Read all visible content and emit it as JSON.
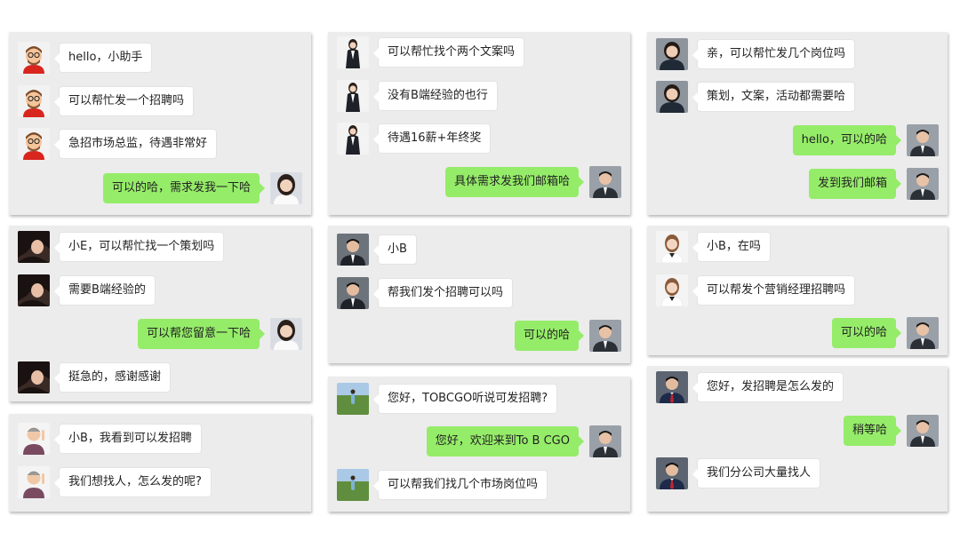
{
  "panels": [
    {
      "id": "p1",
      "messages": [
        {
          "side": "left",
          "text": "hello，小助手",
          "avatar": "cartoon-man-avatar"
        },
        {
          "side": "left",
          "text": "可以帮忙发一个招聘吗",
          "avatar": "cartoon-man-avatar"
        },
        {
          "side": "left",
          "text": "急招市场总监，待遇非常好",
          "avatar": "cartoon-man-avatar"
        },
        {
          "side": "right",
          "text": "可以的哈，需求发我一下哈",
          "avatar": "woman-white-shirt-avatar"
        }
      ]
    },
    {
      "id": "p2",
      "messages": [
        {
          "side": "left",
          "text": "可以帮忙找个两个文案吗",
          "avatar": "woman-suit-avatar"
        },
        {
          "side": "left",
          "text": "没有B端经验的也行",
          "avatar": "woman-suit-avatar"
        },
        {
          "side": "left",
          "text": "待遇16薪+年终奖",
          "avatar": "woman-suit-avatar"
        },
        {
          "side": "right",
          "text": "具体需求发我们邮箱哈",
          "avatar": "man-suit-avatar"
        }
      ]
    },
    {
      "id": "p3",
      "messages": [
        {
          "side": "left",
          "text": "亲，可以帮忙发几个岗位吗",
          "avatar": "woman-dark-suit-avatar"
        },
        {
          "side": "left",
          "text": "策划，文案，活动都需要哈",
          "avatar": "woman-dark-suit-avatar"
        },
        {
          "side": "right",
          "text": "hello，可以的哈",
          "avatar": "man-suit-avatar"
        },
        {
          "side": "right",
          "text": "发到我们邮箱",
          "avatar": "man-suit-avatar"
        }
      ]
    },
    {
      "id": "p4",
      "messages": [
        {
          "side": "left",
          "text": "小E，可以帮忙找一个策划吗",
          "avatar": "woman-dark-hair-avatar"
        },
        {
          "side": "left",
          "text": "需要B端经验的",
          "avatar": "woman-dark-hair-avatar"
        },
        {
          "side": "right",
          "text": "可以帮您留意一下哈",
          "avatar": "woman-white-shirt-avatar"
        },
        {
          "side": "left",
          "text": "挺急的，感谢感谢",
          "avatar": "woman-dark-hair-avatar"
        }
      ]
    },
    {
      "id": "p5",
      "messages": [
        {
          "side": "left",
          "text": "小B",
          "avatar": "man-dark-suit-avatar"
        },
        {
          "side": "left",
          "text": "帮我们发个招聘可以吗",
          "avatar": "man-dark-suit-avatar"
        },
        {
          "side": "right",
          "text": "可以的哈",
          "avatar": "man-suit-avatar"
        }
      ]
    },
    {
      "id": "p6",
      "messages": [
        {
          "side": "left",
          "text": "小B，在吗",
          "avatar": "woman-white-blouse-avatar"
        },
        {
          "side": "left",
          "text": "可以帮发个营销经理招聘吗",
          "avatar": "woman-white-blouse-avatar"
        },
        {
          "side": "right",
          "text": "可以的哈",
          "avatar": "man-suit-avatar"
        }
      ]
    },
    {
      "id": "p7",
      "messages": [
        {
          "side": "left",
          "text": "小B，我看到可以发招聘",
          "avatar": "cartoon-pointing-man-avatar"
        },
        {
          "side": "left",
          "text": "我们想找人，怎么发的呢?",
          "avatar": "cartoon-pointing-man-avatar"
        }
      ]
    },
    {
      "id": "p8",
      "messages": [
        {
          "side": "left",
          "text": "您好，TOBCGO听说可发招聘?",
          "avatar": "girl-on-grass-avatar"
        },
        {
          "side": "right",
          "text": "您好，欢迎来到To B CGO",
          "avatar": "man-suit-avatar"
        },
        {
          "side": "left",
          "text": "可以帮我们找几个市场岗位吗",
          "avatar": "girl-on-grass-avatar"
        }
      ]
    },
    {
      "id": "p9",
      "messages": [
        {
          "side": "left",
          "text": "您好，发招聘是怎么发的",
          "avatar": "man-red-tie-avatar"
        },
        {
          "side": "right",
          "text": "稍等哈",
          "avatar": "man-suit-avatar"
        },
        {
          "side": "left",
          "text": "我们分公司大量找人",
          "avatar": "man-red-tie-avatar"
        }
      ]
    }
  ],
  "colors": {
    "panel_bg": "#ececec",
    "bubble_left": "#ffffff",
    "bubble_right": "#95ec69"
  }
}
